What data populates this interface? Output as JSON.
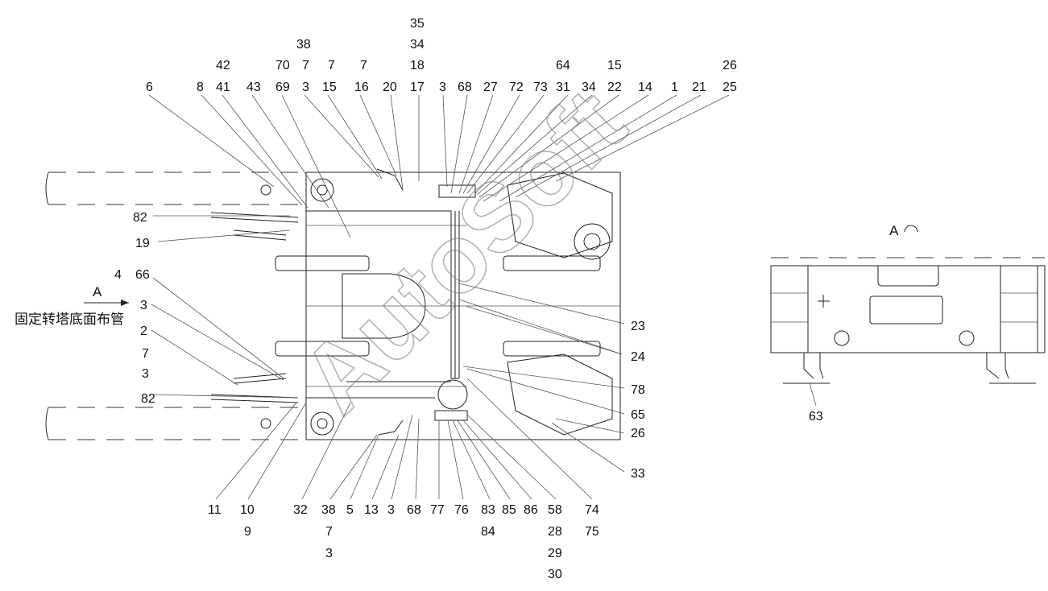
{
  "view_label": "A",
  "title_cn": "固定转塔底面布管",
  "watermark": "AutoSoft",
  "top_callouts": [
    {
      "id": "t1",
      "text": "35"
    },
    {
      "id": "t2",
      "text": "34"
    },
    {
      "id": "t3",
      "text": "38"
    },
    {
      "id": "t4",
      "text": "18"
    },
    {
      "id": "t5",
      "text": "42"
    },
    {
      "id": "t6",
      "text": "70"
    },
    {
      "id": "t7",
      "text": "7"
    },
    {
      "id": "t8",
      "text": "7"
    },
    {
      "id": "t9",
      "text": "7"
    },
    {
      "id": "t10",
      "text": "64"
    },
    {
      "id": "t11",
      "text": "15"
    },
    {
      "id": "t12",
      "text": "26"
    },
    {
      "id": "t13",
      "text": "6"
    },
    {
      "id": "t14",
      "text": "8"
    },
    {
      "id": "t15",
      "text": "41"
    },
    {
      "id": "t16",
      "text": "43"
    },
    {
      "id": "t17",
      "text": "69"
    },
    {
      "id": "t18",
      "text": "3"
    },
    {
      "id": "t19",
      "text": "15"
    },
    {
      "id": "t20",
      "text": "16"
    },
    {
      "id": "t21",
      "text": "20"
    },
    {
      "id": "t22",
      "text": "17"
    },
    {
      "id": "t23",
      "text": "3"
    },
    {
      "id": "t24",
      "text": "68"
    },
    {
      "id": "t25",
      "text": "27"
    },
    {
      "id": "t26",
      "text": "72"
    },
    {
      "id": "t27",
      "text": "73"
    },
    {
      "id": "t28",
      "text": "31"
    },
    {
      "id": "t29",
      "text": "34"
    },
    {
      "id": "t30",
      "text": "22"
    },
    {
      "id": "t31",
      "text": "14"
    },
    {
      "id": "t32",
      "text": "1"
    },
    {
      "id": "t33",
      "text": "21"
    },
    {
      "id": "t34",
      "text": "25"
    }
  ],
  "left_callouts": [
    {
      "id": "l1",
      "text": "82"
    },
    {
      "id": "l2",
      "text": "19"
    },
    {
      "id": "l3",
      "text": "4"
    },
    {
      "id": "l4",
      "text": "66"
    },
    {
      "id": "l5",
      "text": "3"
    },
    {
      "id": "l6",
      "text": "2"
    },
    {
      "id": "l7",
      "text": "7"
    },
    {
      "id": "l8",
      "text": "3"
    },
    {
      "id": "l9",
      "text": "82"
    }
  ],
  "right_callouts": [
    {
      "id": "r1",
      "text": "23"
    },
    {
      "id": "r2",
      "text": "24"
    },
    {
      "id": "r3",
      "text": "78"
    },
    {
      "id": "r4",
      "text": "65"
    },
    {
      "id": "r5",
      "text": "26"
    },
    {
      "id": "r6",
      "text": "33"
    }
  ],
  "bottom_callouts": [
    {
      "id": "b1",
      "text": "11"
    },
    {
      "id": "b2",
      "text": "10"
    },
    {
      "id": "b3",
      "text": "32"
    },
    {
      "id": "b4",
      "text": "38"
    },
    {
      "id": "b5",
      "text": "5"
    },
    {
      "id": "b6",
      "text": "13"
    },
    {
      "id": "b7",
      "text": "3"
    },
    {
      "id": "b8",
      "text": "68"
    },
    {
      "id": "b9",
      "text": "77"
    },
    {
      "id": "b10",
      "text": "76"
    },
    {
      "id": "b11",
      "text": "83"
    },
    {
      "id": "b12",
      "text": "85"
    },
    {
      "id": "b13",
      "text": "86"
    },
    {
      "id": "b14",
      "text": "58"
    },
    {
      "id": "b15",
      "text": "74"
    },
    {
      "id": "b16",
      "text": "9"
    },
    {
      "id": "b17",
      "text": "7"
    },
    {
      "id": "b18",
      "text": "84"
    },
    {
      "id": "b19",
      "text": "28"
    },
    {
      "id": "b20",
      "text": "75"
    },
    {
      "id": "b21",
      "text": "3"
    },
    {
      "id": "b22",
      "text": "29"
    },
    {
      "id": "b23",
      "text": "30"
    }
  ],
  "view_a": {
    "label": "A",
    "callout": "63"
  }
}
